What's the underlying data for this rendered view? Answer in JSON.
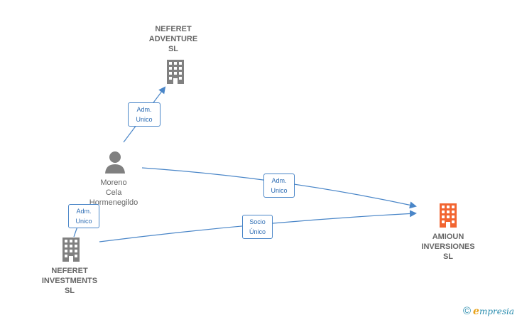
{
  "colors": {
    "edge": "#4a86c8",
    "company_icon": "#808080",
    "person_icon": "#808080",
    "target_icon": "#f26531"
  },
  "nodes": {
    "neferet_adventure": {
      "label": "NEFERET\nADVENTURE\nSL",
      "icon": "building-icon"
    },
    "moreno": {
      "label": "Moreno\nCela\nHormenegildo",
      "icon": "person-icon"
    },
    "neferet_investments": {
      "label": "NEFERET\nINVESTMENTS\nSL",
      "icon": "building-icon"
    },
    "amioun": {
      "label": "AMIOUN\nINVERSIONES\nSL",
      "icon": "building-icon"
    }
  },
  "edges": {
    "moreno_to_adventure": {
      "label": "Adm.\nUnico"
    },
    "moreno_to_amioun": {
      "label": "Adm.\nUnico"
    },
    "investments_to_moreno": {
      "label": "Adm.\nUnico"
    },
    "investments_to_amioun": {
      "label": "Socio\nÚnico"
    }
  },
  "footer": {
    "copyright": "©",
    "brand_first": "e",
    "brand_rest": "mpresia"
  }
}
